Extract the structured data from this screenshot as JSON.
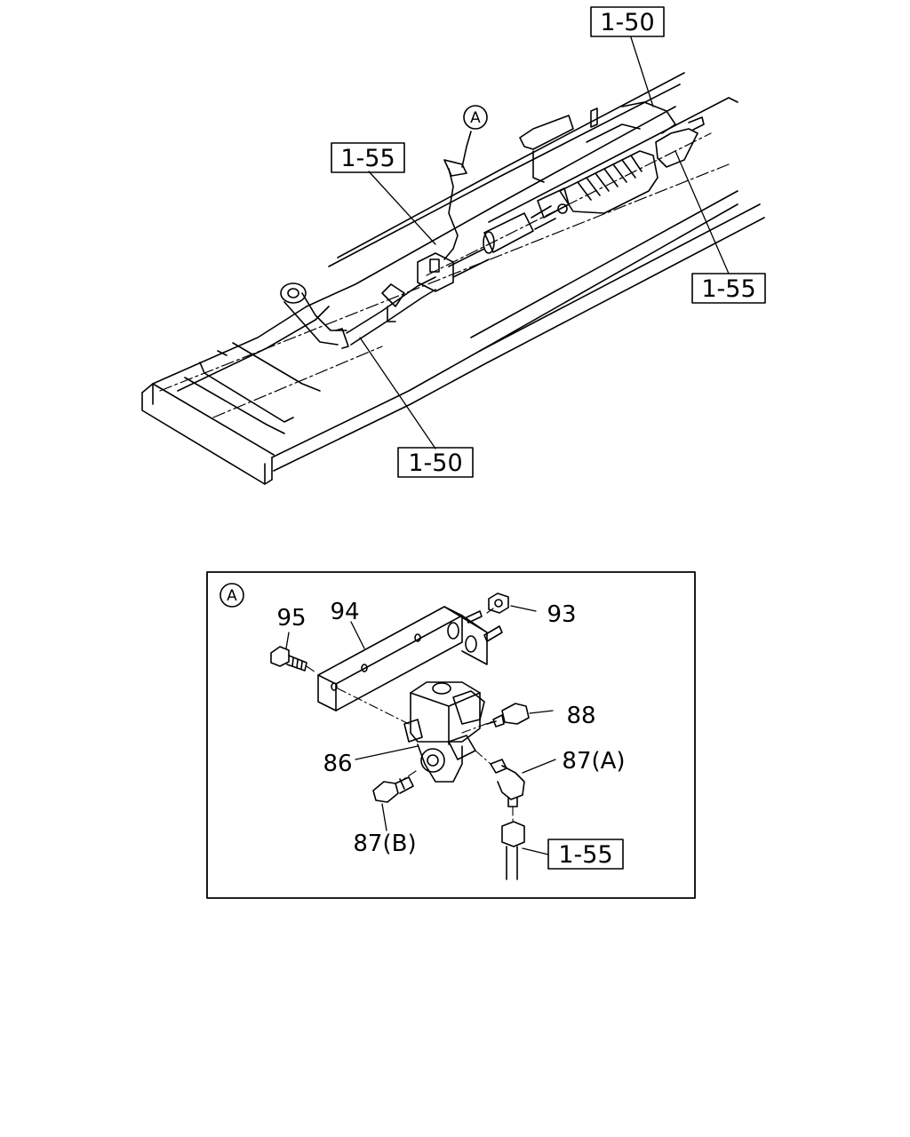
{
  "overview": {
    "callouts": [
      "1-50",
      "1-55",
      "1-55",
      "1-50"
    ],
    "detail_marker": "A"
  },
  "detail": {
    "marker": "A",
    "parts": {
      "p95": "95",
      "p94": "94",
      "p93": "93",
      "p88": "88",
      "p86": "86",
      "p87a": "87(A)",
      "p87b": "87(B)"
    },
    "ref": "1-55"
  },
  "colors": {
    "line": "#000000",
    "background": "#ffffff"
  }
}
